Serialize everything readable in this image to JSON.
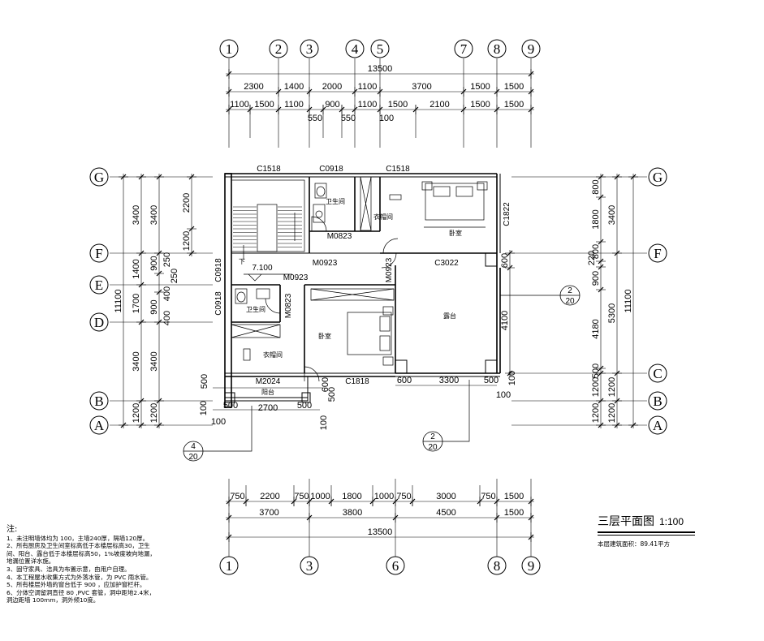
{
  "axes": {
    "top": [
      "1",
      "2",
      "3",
      "4",
      "5",
      "7",
      "8",
      "9"
    ],
    "bottom": [
      "1",
      "3",
      "6",
      "8",
      "9"
    ],
    "left": [
      "G",
      "F",
      "E",
      "D",
      "B",
      "A"
    ],
    "right": [
      "G",
      "F",
      "C",
      "B",
      "A"
    ]
  },
  "dims": {
    "top_total": "13500",
    "top_row1": [
      "2300",
      "1400",
      "2000",
      "1100",
      "3700",
      "1500",
      "1500"
    ],
    "top_row2": [
      "1100",
      "1500",
      "1100",
      "900",
      "1100",
      "1500",
      "2100",
      "1500",
      "1500"
    ],
    "top_small": [
      "550",
      "550",
      "100"
    ],
    "bottom_row1": [
      "750",
      "2200",
      "750",
      "1000",
      "1800",
      "1000",
      "750",
      "3000",
      "750",
      "1500"
    ],
    "bottom_row2": [
      "3700",
      "3800",
      "4500",
      "1500"
    ],
    "bottom_total": "13500",
    "left_outer": "11100",
    "left_col1": [
      "3400",
      "1400",
      "1700",
      "3400",
      "1200"
    ],
    "left_col2": [
      "3400",
      "900",
      "900",
      "3400",
      "1200"
    ],
    "left_col3": [
      "2200",
      "1200",
      "250",
      "250",
      "400",
      "400"
    ],
    "right_col1": [
      "800",
      "1800",
      "800",
      "220",
      "900",
      "4180",
      "500",
      "1200",
      "1200"
    ],
    "right_col2": [
      "3400",
      "5300",
      "1200",
      "1200"
    ],
    "right_outer": "11100",
    "right_inner": [
      "600",
      "4100"
    ],
    "lower": [
      "500",
      "100",
      "100",
      "500",
      "2700",
      "500",
      "100",
      "600",
      "500",
      "600",
      "3300",
      "500",
      "100",
      "100"
    ]
  },
  "tags": {
    "windows": [
      "C1518",
      "C0918",
      "C1518",
      "C1822",
      "C3022",
      "C0918",
      "C0918",
      "C1818"
    ],
    "doors": [
      "M0823",
      "M0923",
      "M0923",
      "M0923",
      "M0823",
      "M2024"
    ]
  },
  "rooms": {
    "bath1": "卫生间",
    "closet1": "衣帽间",
    "bed1": "卧室",
    "bath2": "卫生间",
    "closet2": "衣帽间",
    "bed2": "卧室",
    "terrace": "露台",
    "balcony": "阳台",
    "stair_down": "下",
    "elevation": "7.100"
  },
  "detail_refs": [
    {
      "num": "2",
      "sheet": "20"
    },
    {
      "num": "2",
      "sheet": "20"
    },
    {
      "num": "4",
      "sheet": "20"
    }
  ],
  "notes": {
    "heading": "注:",
    "lines": [
      "1、未注明墙体均为 100，主墙240厚，隔墙120厚。",
      "2、所有厨房及卫生间室标高低于本楼层标高30，卫生",
      "间、阳台、露台低于本楼层标高50，1%坡度坡向地漏，",
      "地漏位置详水施。",
      "3、固守家具、洁具为布置示意，由用户自理。",
      "4、本工程屋水收集方式为外落水管，为 PVC 雨水管。",
      "5、所有楼层外墙的窗台低于 900 ，应加护窗栏杆。",
      "6、分体空调留洞直径 80 ,PVC 套管，洞中距地2.4米，",
      "洞边距墙 100mm，洞外倾10度。"
    ]
  },
  "title": {
    "name": "三层平面图",
    "scale": "1:100",
    "area": "本层建筑面积：89.41平方"
  }
}
